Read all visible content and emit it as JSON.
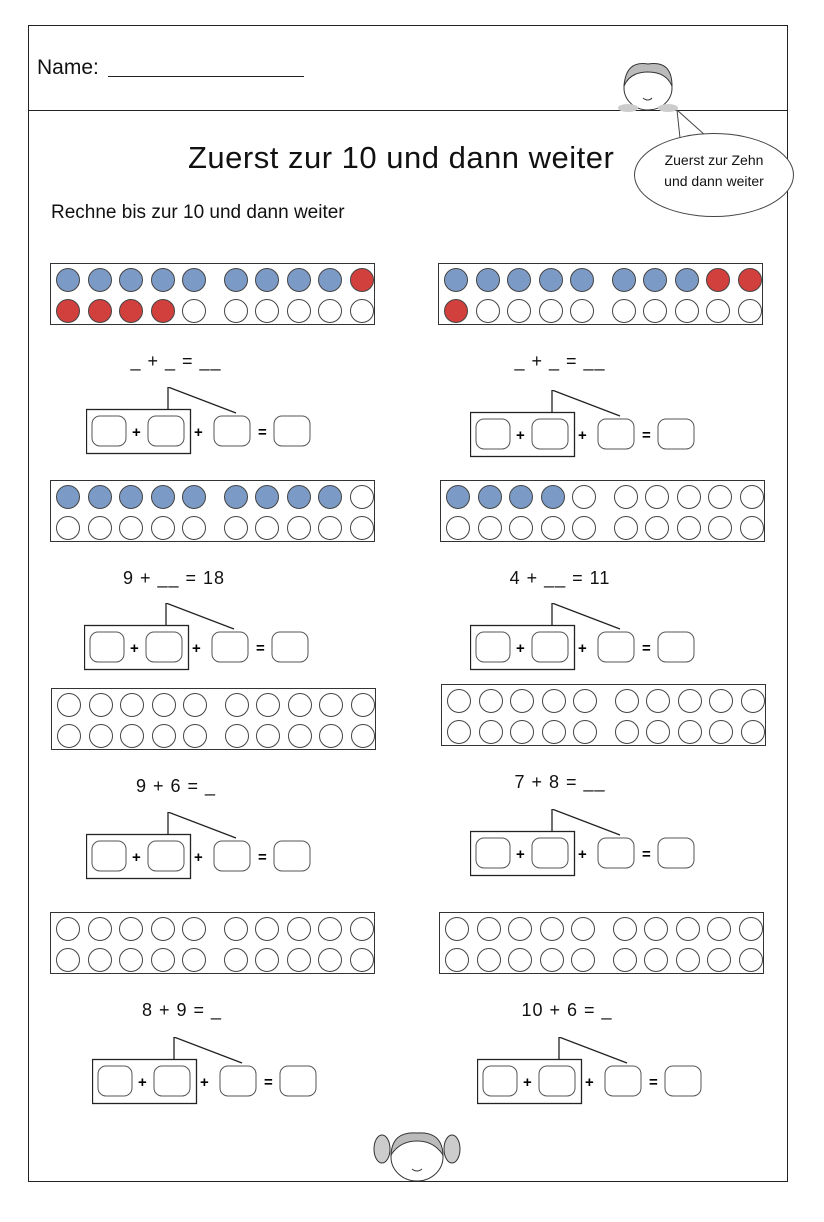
{
  "header": {
    "name_label": "Name:"
  },
  "title": "Zuerst zur 10 und dann weiter",
  "instruction": "Rechne bis zur 10 und dann weiter",
  "speech_bubble": {
    "line1": "Zuerst zur Zehn",
    "line2": "und dann weiter"
  },
  "colors": {
    "blue": "#7b9bc6",
    "red": "#d2403d"
  },
  "tasks": [
    {
      "top": [
        "b",
        "b",
        "b",
        "b",
        "b",
        "b",
        "b",
        "b",
        "b",
        "r"
      ],
      "bottom": [
        "r",
        "r",
        "r",
        "r",
        "e",
        "e",
        "e",
        "e",
        "e",
        "e"
      ],
      "equation": "_  +  _  =  __"
    },
    {
      "top": [
        "b",
        "b",
        "b",
        "b",
        "b",
        "b",
        "b",
        "b",
        "r",
        "r"
      ],
      "bottom": [
        "r",
        "e",
        "e",
        "e",
        "e",
        "e",
        "e",
        "e",
        "e",
        "e"
      ],
      "equation": "_  +  _  =  __"
    },
    {
      "top": [
        "b",
        "b",
        "b",
        "b",
        "b",
        "b",
        "b",
        "b",
        "b",
        "e"
      ],
      "bottom": [
        "e",
        "e",
        "e",
        "e",
        "e",
        "e",
        "e",
        "e",
        "e",
        "e"
      ],
      "equation": "9 + __ = 18"
    },
    {
      "top": [
        "b",
        "b",
        "b",
        "b",
        "e",
        "e",
        "e",
        "e",
        "e",
        "e"
      ],
      "bottom": [
        "e",
        "e",
        "e",
        "e",
        "e",
        "e",
        "e",
        "e",
        "e",
        "e"
      ],
      "equation": "4 + __ = 11"
    },
    {
      "top": [
        "e",
        "e",
        "e",
        "e",
        "e",
        "e",
        "e",
        "e",
        "e",
        "e"
      ],
      "bottom": [
        "e",
        "e",
        "e",
        "e",
        "e",
        "e",
        "e",
        "e",
        "e",
        "e"
      ],
      "equation": "9 + 6 = _"
    },
    {
      "top": [
        "e",
        "e",
        "e",
        "e",
        "e",
        "e",
        "e",
        "e",
        "e",
        "e"
      ],
      "bottom": [
        "e",
        "e",
        "e",
        "e",
        "e",
        "e",
        "e",
        "e",
        "e",
        "e"
      ],
      "equation": "7 + 8 = __"
    },
    {
      "top": [
        "e",
        "e",
        "e",
        "e",
        "e",
        "e",
        "e",
        "e",
        "e",
        "e"
      ],
      "bottom": [
        "e",
        "e",
        "e",
        "e",
        "e",
        "e",
        "e",
        "e",
        "e",
        "e"
      ],
      "equation": "8 + 9 = _"
    },
    {
      "top": [
        "e",
        "e",
        "e",
        "e",
        "e",
        "e",
        "e",
        "e",
        "e",
        "e"
      ],
      "bottom": [
        "e",
        "e",
        "e",
        "e",
        "e",
        "e",
        "e",
        "e",
        "e",
        "e"
      ],
      "equation": "10 + 6 = _"
    }
  ]
}
